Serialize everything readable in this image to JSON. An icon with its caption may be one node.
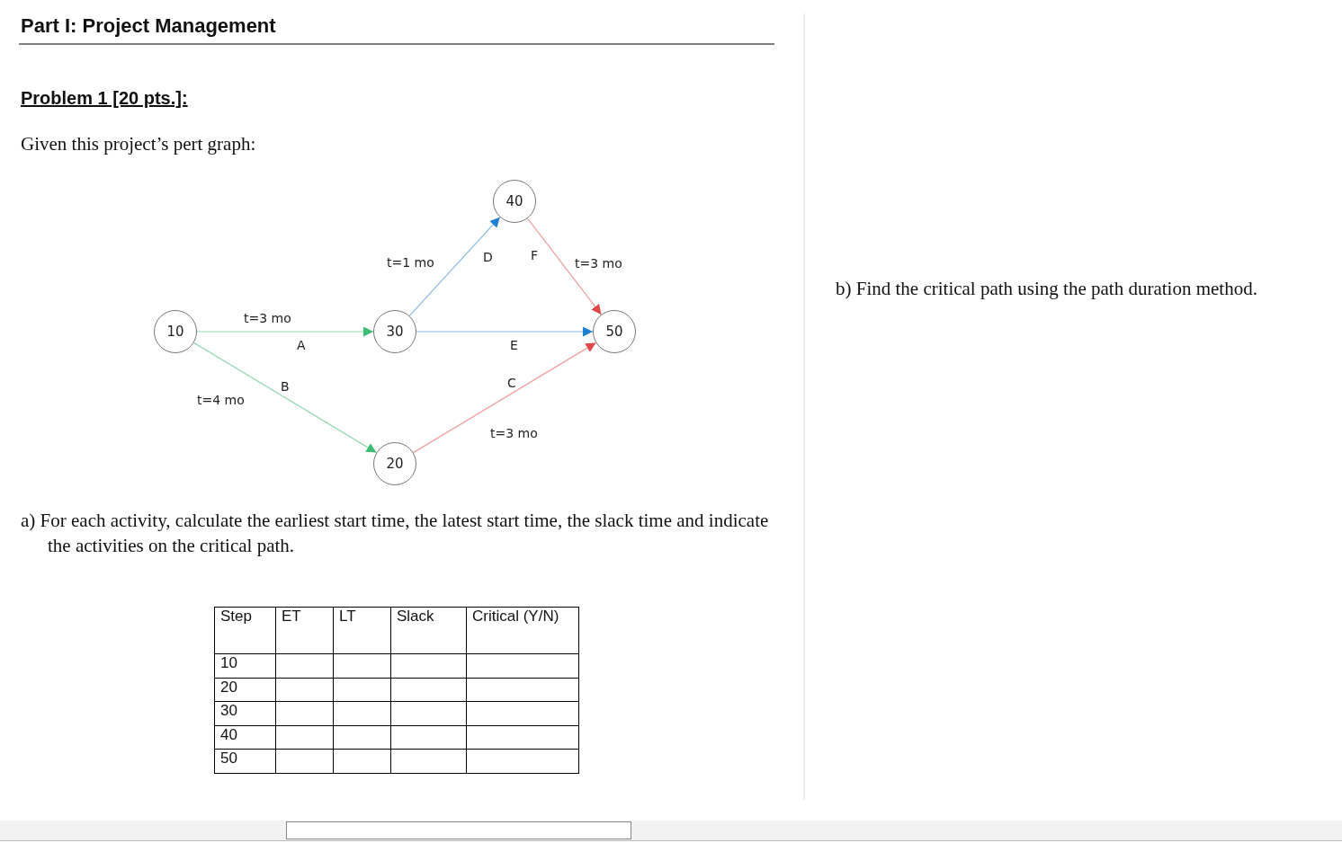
{
  "diagram": {
    "title": "Part I: Project Management",
    "nodes": [
      {
        "text": [
          "40"
        ]
      },
      {
        "text": [
          "10"
        ]
      },
      {
        "text": [
          "30"
        ]
      },
      {
        "text": [
          "50"
        ]
      },
      {
        "text": [
          "20"
        ]
      }
    ],
    "edges": [
      {
        "from": 1,
        "to": 2,
        "arrow": "to",
        "label": "A",
        "color": "#3dbb73"
      },
      {
        "from": 1,
        "to": 4,
        "arrow": "to",
        "label": "B",
        "color": "#3dbb73"
      },
      {
        "from": 2,
        "to": 0,
        "arrow": "to",
        "label": "D",
        "color": "#1f7fd0"
      },
      {
        "from": 2,
        "to": 3,
        "arrow": "to",
        "label": "E",
        "color": "#1f7fd0"
      },
      {
        "from": 0,
        "to": 3,
        "arrow": "to",
        "label": "F",
        "color": "#e04848"
      },
      {
        "from": 4,
        "to": 3,
        "arrow": "to",
        "label": "C",
        "color": "#e04848"
      }
    ],
    "labels": [
      "Problem 1 [20 pts.]:",
      "Given this project’s pert graph:",
      "t=1 mo",
      "t=3 mo",
      "b) Find the critical path using the path duration method.",
      "t=3 mo",
      "t=4 mo",
      "t=3 mo",
      "a) For each activity, calculate the earliest start time, the latest start time, the slack time and indicate the activities on the critical path.",
      "Step",
      "ET",
      "LT",
      "Slack",
      "Critical (Y/N)",
      "10",
      "20",
      "30",
      "40",
      "50"
    ]
  }
}
